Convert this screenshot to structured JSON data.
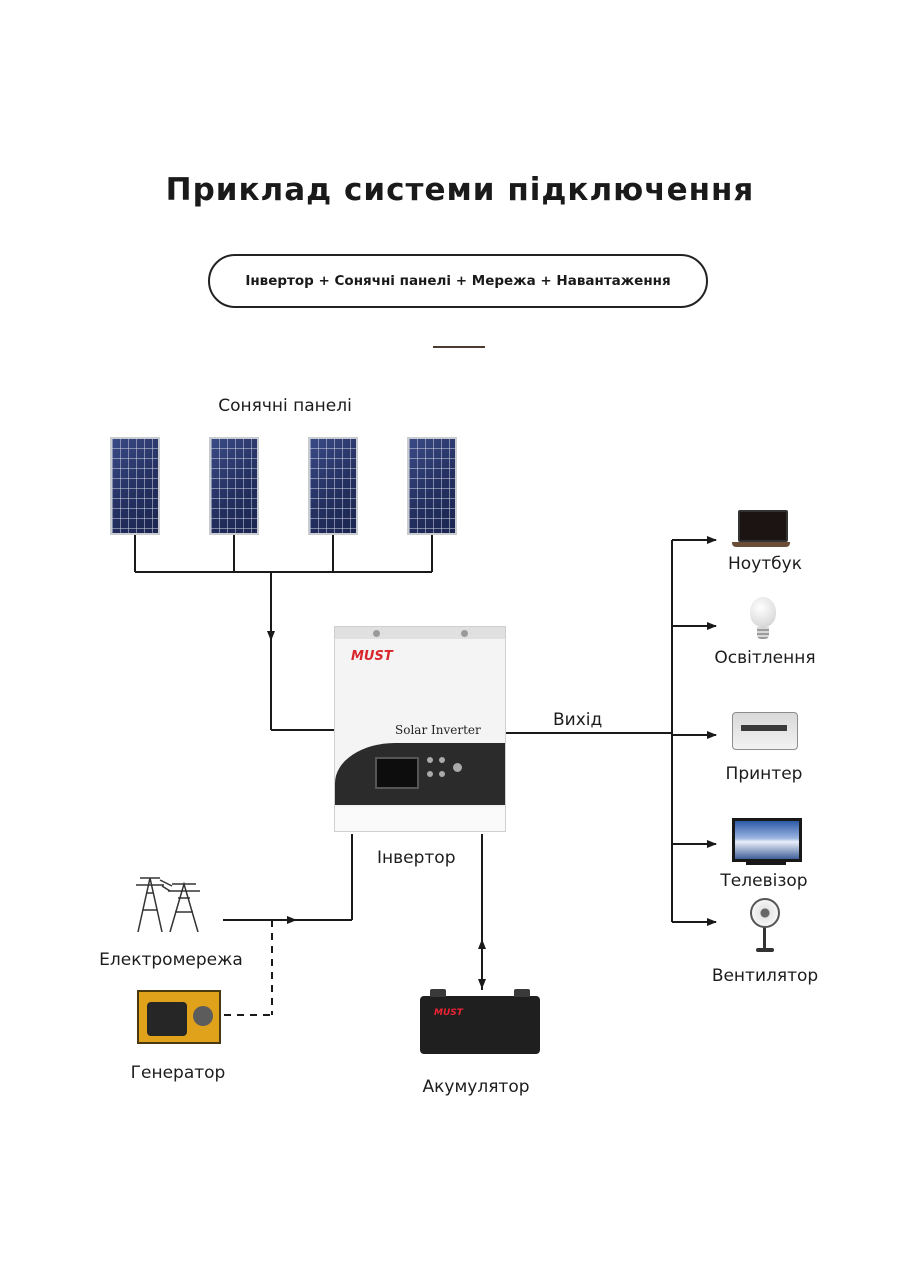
{
  "title": "Приклад системи підключення",
  "subtitle": "Інвертор + Сонячні панелі + Мережа + Навантаження",
  "labels": {
    "solar_panels": "Сонячні панелі",
    "output": "Вихід",
    "inverter": "Інвертор",
    "grid": "Електромережа",
    "generator": "Генератор",
    "battery": "Акумулятор"
  },
  "inverter_device": {
    "brand": "MUST",
    "model": "Solar Inverter"
  },
  "battery_device": {
    "brand": "MUST"
  },
  "loads": [
    {
      "label": "Ноутбук",
      "icon": "laptop-icon"
    },
    {
      "label": "Освітлення",
      "icon": "light-bulb-icon"
    },
    {
      "label": "Принтер",
      "icon": "printer-icon"
    },
    {
      "label": "Телевізор",
      "icon": "tv-icon"
    },
    {
      "label": "Вентилятор",
      "icon": "fan-icon"
    }
  ],
  "solar_panel_count": 4,
  "colors": {
    "line": "#1a1a1a",
    "panel": "#2a3566",
    "brand_red": "#d8262c",
    "generator": "#e0a21a"
  }
}
